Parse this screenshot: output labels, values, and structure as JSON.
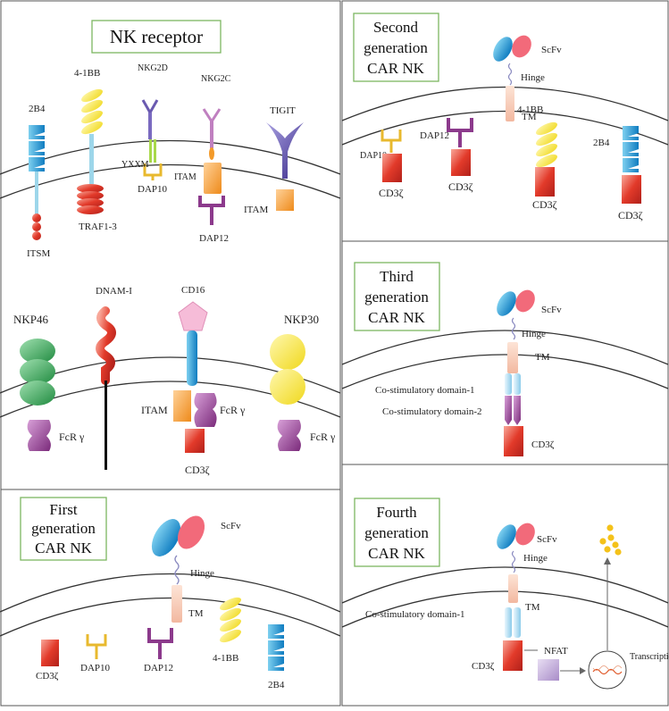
{
  "panels": {
    "nk_receptor": {
      "title": "NK receptor",
      "labels": {
        "b2b4": "2B4",
        "b41bb": "4-1BB",
        "nkg2d": "NKG2D",
        "nkg2c": "NKG2C",
        "tigit": "TIGIT",
        "yxxm": "YXXM",
        "itam1": "ITAM",
        "dap10": "DAP10",
        "traf": "TRAF1-3",
        "dap12": "DAP12",
        "itam2": "ITAM",
        "itsm": "ITSM",
        "dnam": "DNAM-I",
        "cd16": "CD16",
        "nkp46": "NKP46",
        "nkp30": "NKP30",
        "itam3": "ITAM",
        "fcr1": "FcR γ",
        "fcr2": "FcR γ",
        "fcr3": "FcR γ",
        "cd3z": "CD3ζ"
      }
    },
    "first_gen": {
      "title_l1": "First",
      "title_l2": "generation",
      "title_l3": "CAR NK",
      "labels": {
        "scfv": "ScFv",
        "hinge": "Hinge",
        "tm": "TM",
        "cd3z": "CD3ζ",
        "dap10": "DAP10",
        "dap12": "DAP12",
        "b41bb": "4-1BB",
        "b2b4": "2B4"
      }
    },
    "second_gen": {
      "title_l1": "Second",
      "title_l2": "generation",
      "title_l3": "CAR NK",
      "labels": {
        "scfv": "ScFv",
        "hinge": "Hinge",
        "tm": "TM",
        "dap10": "DAP10",
        "dap12": "DAP12",
        "b41bb": "4-1BB",
        "b2b4": "2B4",
        "cd3z1": "CD3ζ",
        "cd3z2": "CD3ζ",
        "cd3z3": "CD3ζ",
        "cd3z4": "CD3ζ"
      }
    },
    "third_gen": {
      "title_l1": "Third",
      "title_l2": "generation",
      "title_l3": "CAR NK",
      "labels": {
        "scfv": "ScFv",
        "hinge": "Hinge",
        "tm": "TM",
        "costim1": "Co-stimulatory domain-1",
        "costim2": "Co-stimulatory domain-2",
        "cd3z": "CD3ζ"
      }
    },
    "fourth_gen": {
      "title_l1": "Fourth",
      "title_l2": "generation",
      "title_l3": "CAR NK",
      "labels": {
        "scfv": "ScFv",
        "hinge": "Hinge",
        "tm": "TM",
        "costim1": "Co-stimulatory domain-1",
        "cd3z": "CD3ζ",
        "nfat": "NFAT",
        "transcription": "Transcription"
      }
    }
  },
  "colors": {
    "panel_border": "#555555",
    "title_box_border": "#7cb661",
    "membrane": "#333333",
    "cd3z_red": "#e03a2c",
    "fourbb_yellow": "#f3e33a",
    "twob4_blue": "#2aa3d8",
    "dap12_purple": "#8c3a8c",
    "dap10_yellow": "#e8b92e",
    "orange_itam": "#f39a2a",
    "tigit_indigo": "#4a3a9a",
    "nkp46_green": "#2f9a4f",
    "cd16_pink": "#f4b8d6",
    "scfv_blue": "#1e90d6",
    "scfv_red": "#e84a5a",
    "tm_peach": "#f7c8b0",
    "costim_lightblue": "#a8d8f0",
    "nfat_lavender": "#b8a0d0"
  }
}
